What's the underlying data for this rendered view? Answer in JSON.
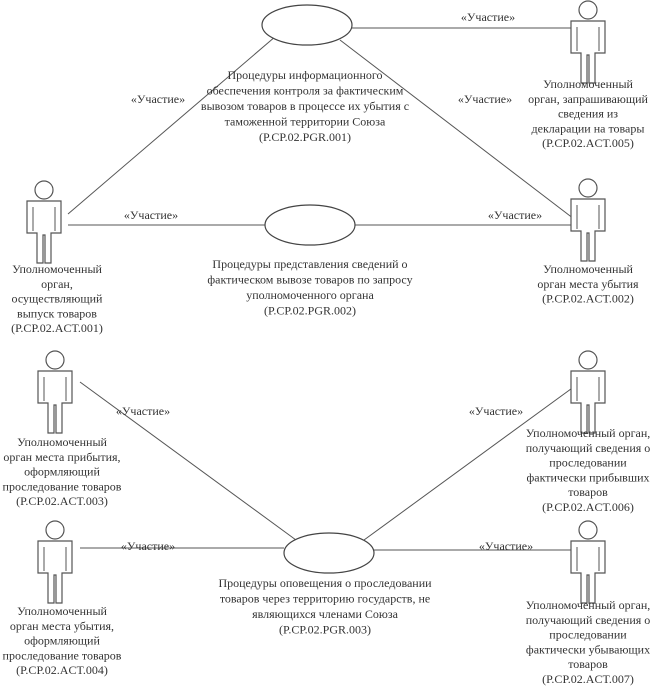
{
  "relation_label": "«Участие»",
  "use_cases": [
    {
      "id": "uc1",
      "lines": [
        "Процедуры информационного",
        "обеспечения контроля за фактическим",
        "вывозом товаров в процессе их убытия с",
        "таможенной территории Союза",
        "(P.CP.02.PGR.001)"
      ]
    },
    {
      "id": "uc2",
      "lines": [
        "Процедуры представления сведений о",
        "фактическом вывозе товаров по запросу",
        "уполномоченного органа",
        "(P.CP.02.PGR.002)"
      ]
    },
    {
      "id": "uc3",
      "lines": [
        "Процедуры оповещения о проследовании",
        "товаров через территорию государств, не",
        "являющихся членами Союза",
        "(P.CP.02.PGR.003)"
      ]
    }
  ],
  "actors": [
    {
      "id": "act001",
      "lines": [
        "Уполномоченный",
        "орган,",
        "осуществляющий",
        "выпуск товаров",
        "(P.CP.02.ACT.001)"
      ]
    },
    {
      "id": "act005",
      "lines": [
        "Уполномоченный",
        "орган, запрашивающий",
        "сведения из",
        "декларации на товары",
        "(P.CP.02.ACT.005)"
      ]
    },
    {
      "id": "act002",
      "lines": [
        "Уполномоченный",
        "орган места убытия",
        "(P.CP.02.ACT.002)"
      ]
    },
    {
      "id": "act003",
      "lines": [
        "Уполномоченный",
        "орган места прибытия,",
        "оформляющий",
        "проследование товаров",
        "(P.CP.02.ACT.003)"
      ]
    },
    {
      "id": "act006",
      "lines": [
        "Уполномоченный орган,",
        "получающий сведения о",
        "проследовании",
        "фактически прибывших",
        "товаров",
        "(P.CP.02.ACT.006)"
      ]
    },
    {
      "id": "act004",
      "lines": [
        "Уполномоченный",
        "орган места убытия,",
        "оформляющий",
        "проследование товаров",
        "(P.CP.02.ACT.004)"
      ]
    },
    {
      "id": "act007",
      "lines": [
        "Уполномоченный орган,",
        "получающий сведения о",
        "проследовании",
        "фактически убывающих",
        "товаров",
        "(P.CP.02.ACT.007)"
      ]
    }
  ]
}
